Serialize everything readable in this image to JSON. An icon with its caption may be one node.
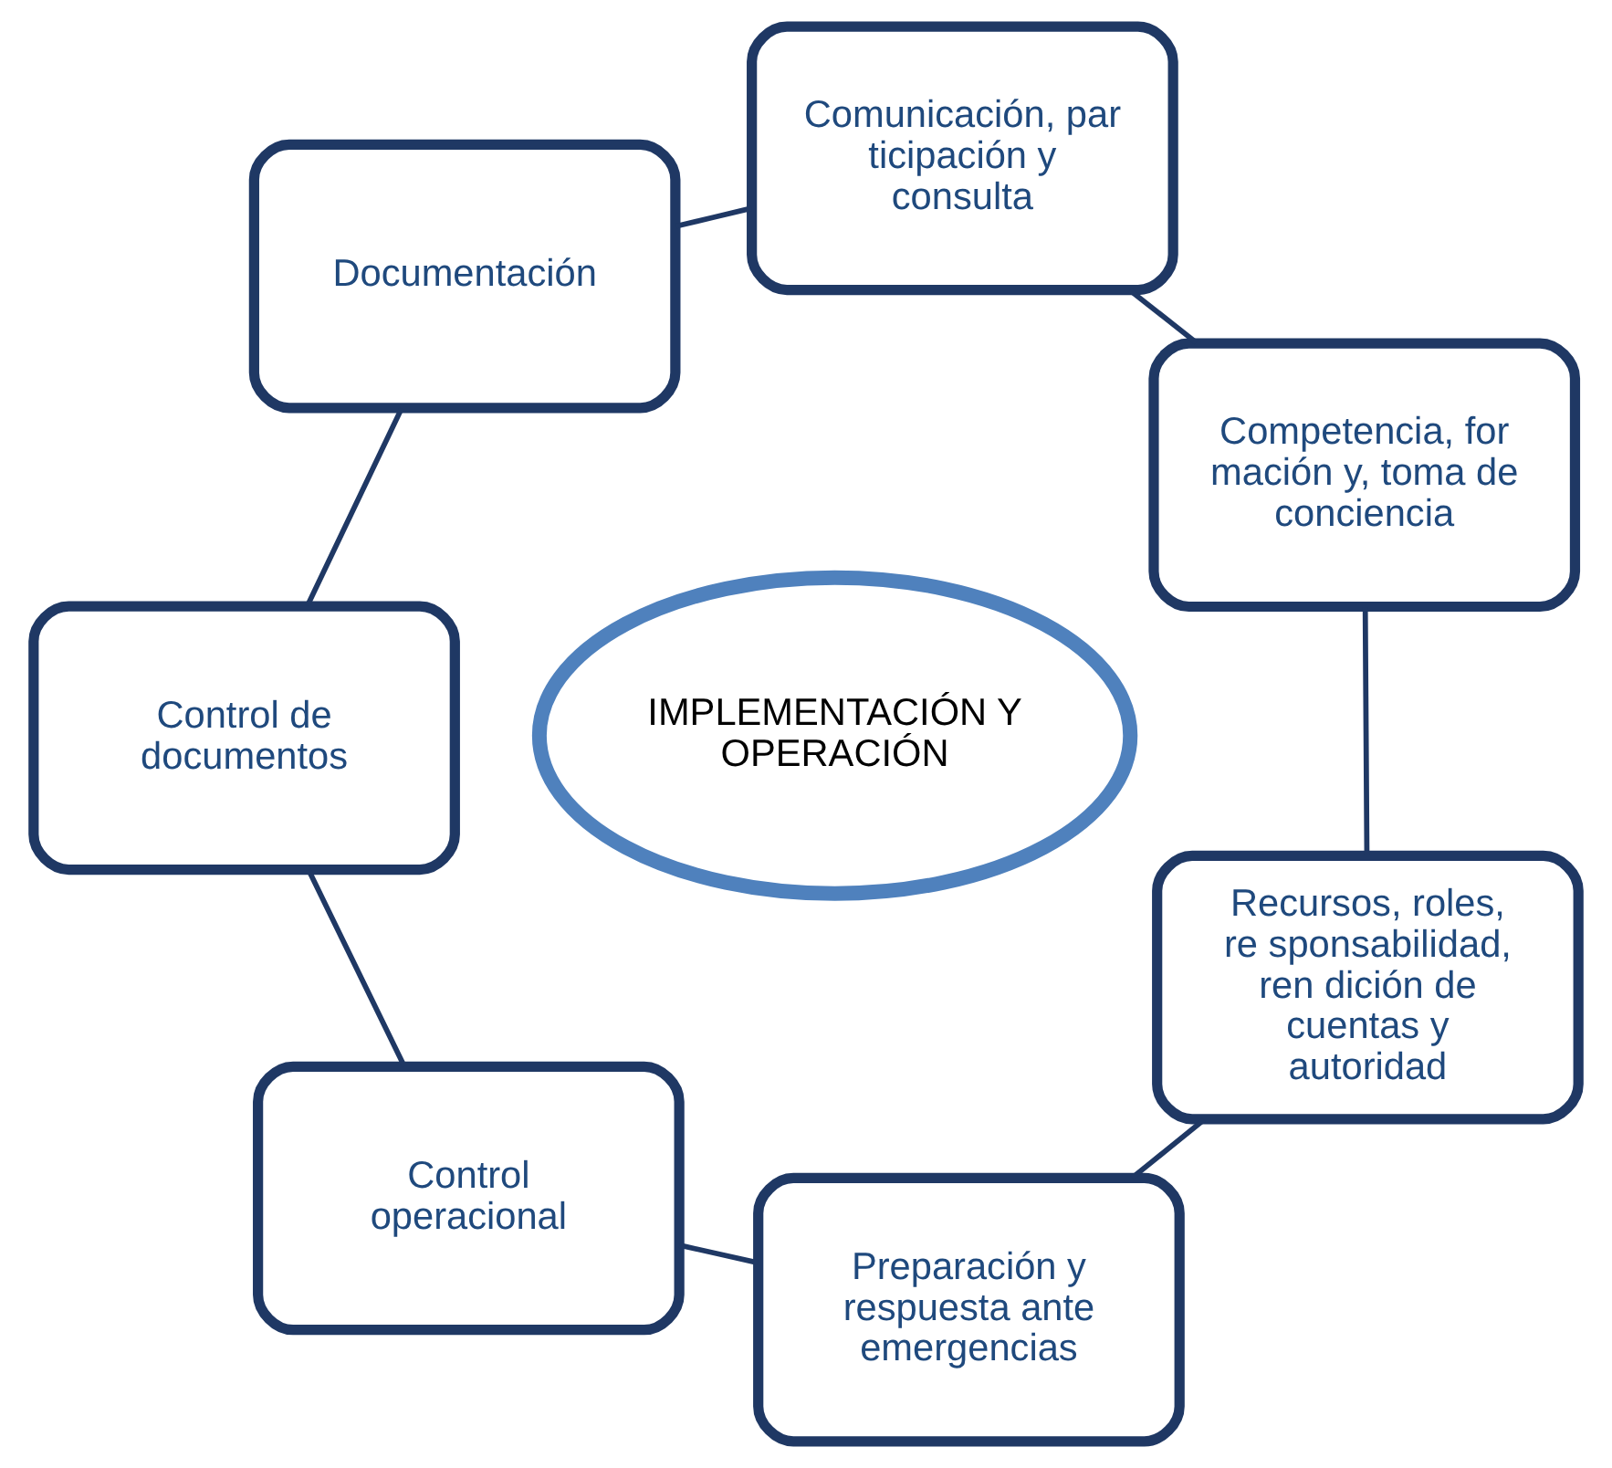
{
  "diagram": {
    "nodes": [
      {
        "text": [
          "IMPLEMENTACIÓN Y OPERACIÓN"
        ]
      },
      {
        "text": [
          "Recursos, roles, re sponsabilidad, ren dición de cuentas y autoridad"
        ]
      },
      {
        "text": [
          "Competencia, for mación y, toma de conciencia"
        ]
      },
      {
        "text": [
          "Comunicación, par ticipación y consulta"
        ]
      },
      {
        "text": [
          "Documentación"
        ]
      },
      {
        "text": [
          "Control de documentos"
        ]
      },
      {
        "text": [
          "Control operacional"
        ]
      },
      {
        "text": [
          "Preparación y respuesta ante emergencias"
        ]
      }
    ],
    "edges": [
      {
        "from": 1,
        "to": 2,
        "arrow": "none"
      },
      {
        "from": 2,
        "to": 3,
        "arrow": "none"
      },
      {
        "from": 3,
        "to": 4,
        "arrow": "none"
      },
      {
        "from": 4,
        "to": 5,
        "arrow": "none"
      },
      {
        "from": 5,
        "to": 6,
        "arrow": "none"
      },
      {
        "from": 6,
        "to": 7,
        "arrow": "none"
      },
      {
        "from": 7,
        "to": 1,
        "arrow": "none"
      }
    ]
  }
}
